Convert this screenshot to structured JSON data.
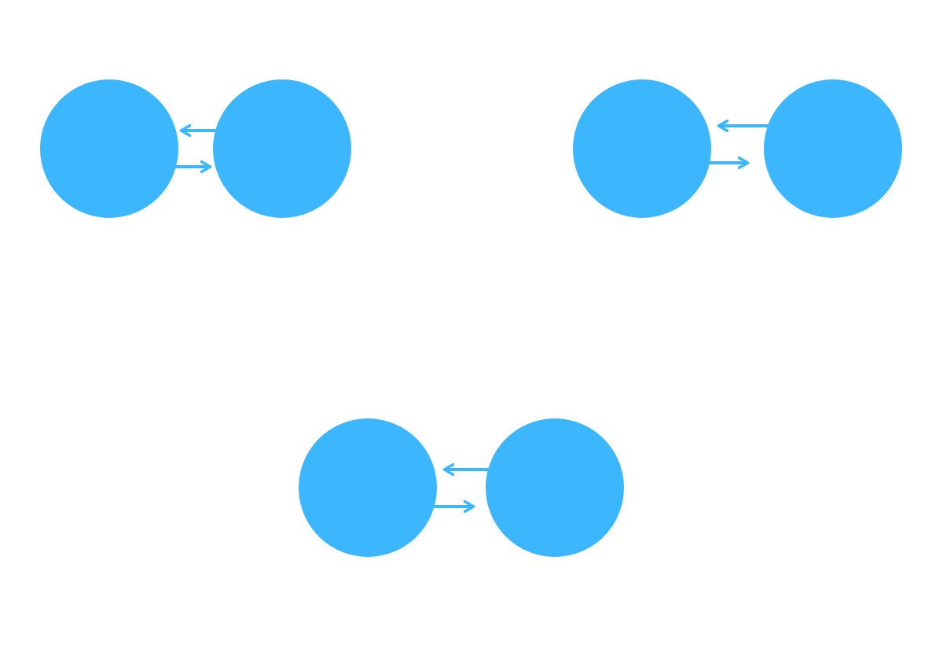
{
  "colors": {
    "background": "#ffffff",
    "node_fill": "#3bb6ff",
    "arrow": "#3bb6ff"
  },
  "pairs": [
    {
      "id": "pair-top-left",
      "nodes": 2,
      "arrows": [
        "right-to-left",
        "left-to-right"
      ]
    },
    {
      "id": "pair-top-right",
      "nodes": 2,
      "arrows": [
        "right-to-left",
        "left-to-right"
      ]
    },
    {
      "id": "pair-bottom-center",
      "nodes": 2,
      "arrows": [
        "right-to-left",
        "left-to-right"
      ]
    }
  ]
}
